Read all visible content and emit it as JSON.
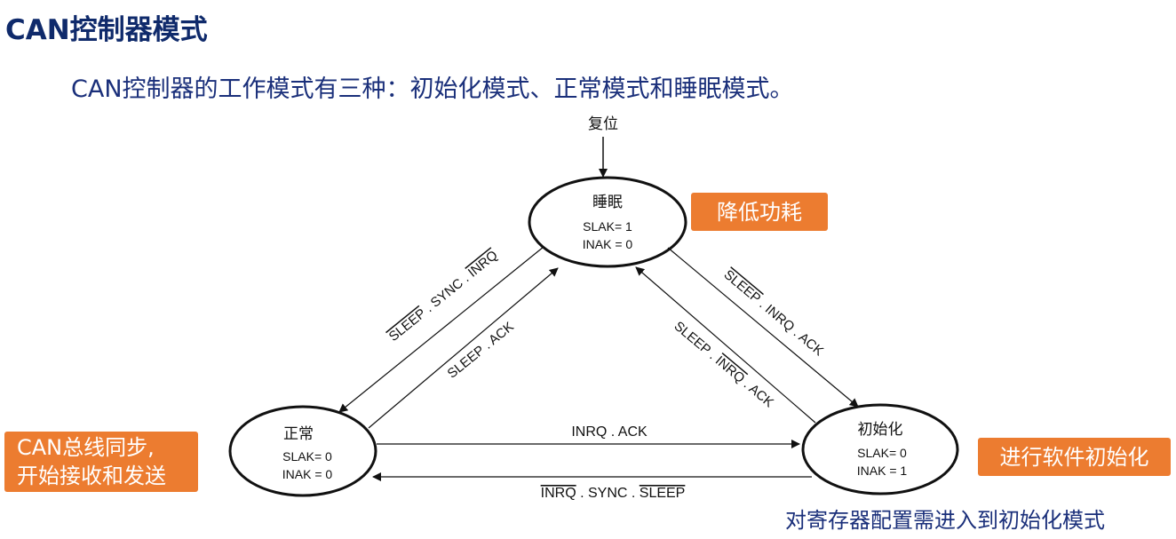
{
  "title": "CAN控制器模式",
  "subtitle": "CAN控制器的工作模式有三种：初始化模式、正常模式和睡眠模式。",
  "reset_label": "复位",
  "states": {
    "sleep": {
      "name": "睡眠",
      "slak": "SLAK= 1",
      "inak": "INAK = 0"
    },
    "normal": {
      "name": "正常",
      "slak": "SLAK= 0",
      "inak": "INAK = 0"
    },
    "init": {
      "name": "初始化",
      "slak": "SLAK= 0",
      "inak": "INAK = 1"
    }
  },
  "transitions": {
    "sleep_to_normal": {
      "p1": "SLEEP",
      "p2": " . SYNC . ",
      "p3": "INRQ"
    },
    "normal_to_sleep": "SLEEP . ACK",
    "sleep_to_init": {
      "p1": "SLEEP",
      "p2": " . INRQ . ACK"
    },
    "init_to_sleep": {
      "p1": "SLEEP . ",
      "p2": "INRQ",
      "p3": " . ACK"
    },
    "normal_to_init": "INRQ . ACK",
    "init_to_normal": {
      "p1": "INRQ",
      "p2": " . SYNC . ",
      "p3": "SLEEP"
    }
  },
  "callouts": {
    "sleep": "降低功耗",
    "normal_line1": "CAN总线同步,",
    "normal_line2": "开始接收和发送",
    "init": "进行软件初始化"
  },
  "footnote": "对寄存器配置需进入到初始化模式",
  "colors": {
    "title": "#0f2a6b",
    "text": "#1a2f7a",
    "callout": "#ec7c30"
  }
}
